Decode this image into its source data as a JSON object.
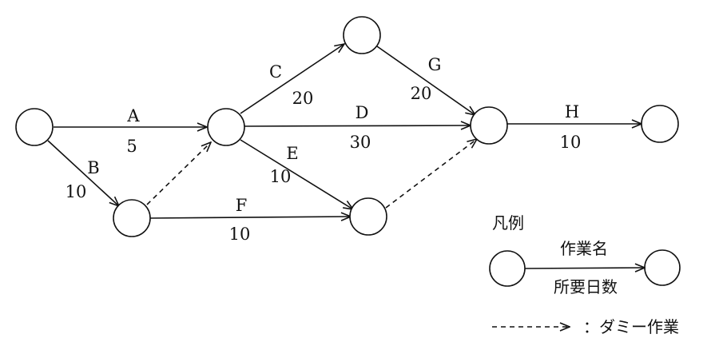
{
  "activities": [
    {
      "id": "A",
      "name": "A",
      "days": "5"
    },
    {
      "id": "B",
      "name": "B",
      "days": "10"
    },
    {
      "id": "C",
      "name": "C",
      "days": "20"
    },
    {
      "id": "D",
      "name": "D",
      "days": "30"
    },
    {
      "id": "E",
      "name": "E",
      "days": "10"
    },
    {
      "id": "F",
      "name": "F",
      "days": "10"
    },
    {
      "id": "G",
      "name": "G",
      "days": "20"
    },
    {
      "id": "H",
      "name": "H",
      "days": "10"
    }
  ],
  "dummy_activities": 2,
  "legend": {
    "title": "凡例",
    "work_name": "作業名",
    "required_days": "所要日数",
    "dummy_label": "：ダミー作業"
  },
  "colors": {
    "ink": "#111111",
    "background": "#ffffff"
  }
}
